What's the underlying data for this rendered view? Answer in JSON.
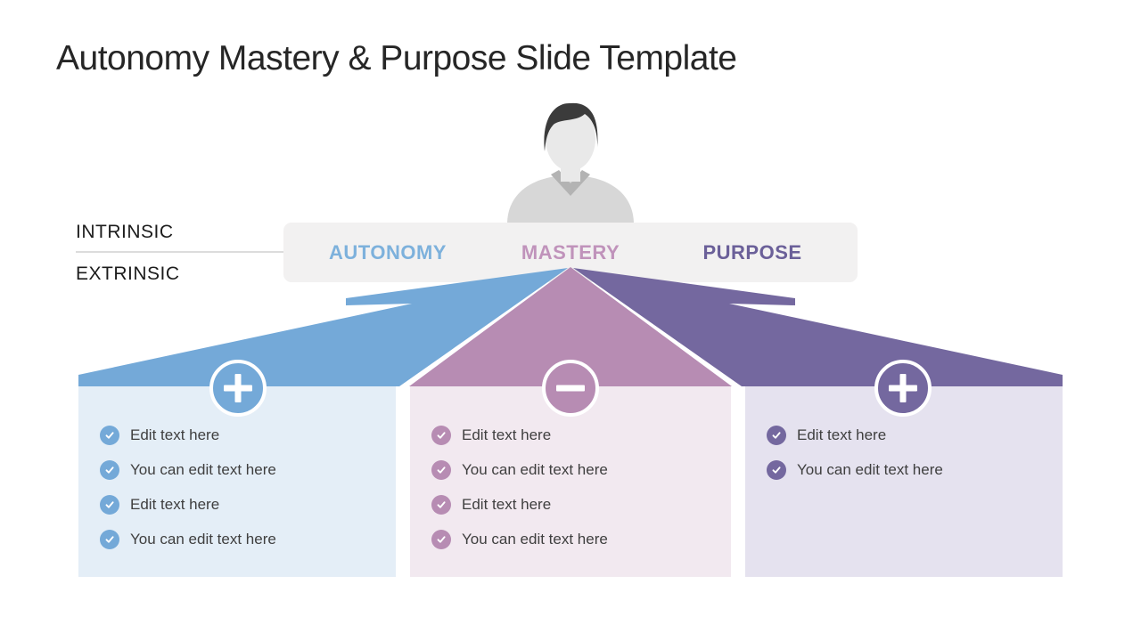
{
  "slide": {
    "title": "Autonomy Mastery & Purpose Slide Template",
    "side_labels": {
      "top": "INTRINSIC",
      "bottom": "EXTRINSIC"
    },
    "menu": {
      "items": [
        {
          "label": "AUTONOMY",
          "color": "#7db1dc"
        },
        {
          "label": "MASTERY",
          "color": "#c093bb"
        },
        {
          "label": "PURPOSE",
          "color": "#6b6099"
        }
      ]
    },
    "columns": [
      {
        "name": "autonomy",
        "sign": "plus",
        "accent": "#74a9d8",
        "panel_bg": "#e4eef7",
        "items": [
          "Edit text here",
          "You can edit text here",
          "Edit text here",
          "You can edit text here"
        ]
      },
      {
        "name": "mastery",
        "sign": "minus",
        "accent": "#b78cb3",
        "panel_bg": "#f2e9f0",
        "items": [
          "Edit text here",
          "You can edit text here",
          "Edit text here",
          "You can edit text here"
        ]
      },
      {
        "name": "purpose",
        "sign": "plus",
        "accent": "#74689f",
        "panel_bg": "#e5e2ef",
        "items": [
          "Edit text here",
          "You can edit text here"
        ]
      }
    ]
  }
}
